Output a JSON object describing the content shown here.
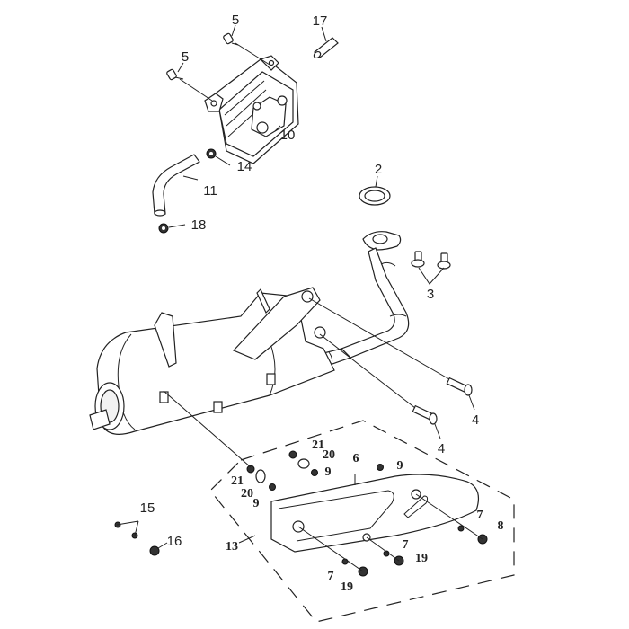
{
  "diagram": {
    "type": "exploded-parts-diagram",
    "subject": "exhaust muffler assembly",
    "callouts": [
      {
        "id": "c5a",
        "label": "5"
      },
      {
        "id": "c5b",
        "label": "5"
      },
      {
        "id": "c17",
        "label": "17"
      },
      {
        "id": "c10",
        "label": "10"
      },
      {
        "id": "c14",
        "label": "14"
      },
      {
        "id": "c11",
        "label": "11"
      },
      {
        "id": "c18",
        "label": "18"
      },
      {
        "id": "c2",
        "label": "2"
      },
      {
        "id": "c3",
        "label": "3"
      },
      {
        "id": "c4a",
        "label": "4"
      },
      {
        "id": "c4b",
        "label": "4"
      },
      {
        "id": "c21a",
        "label": "21"
      },
      {
        "id": "c20a",
        "label": "20"
      },
      {
        "id": "c9a",
        "label": "9"
      },
      {
        "id": "c21b",
        "label": "21"
      },
      {
        "id": "c20b",
        "label": "20"
      },
      {
        "id": "c9b",
        "label": "9"
      },
      {
        "id": "c6",
        "label": "6"
      },
      {
        "id": "c9c",
        "label": "9"
      },
      {
        "id": "c15",
        "label": "15"
      },
      {
        "id": "c16",
        "label": "16"
      },
      {
        "id": "c13",
        "label": "13"
      },
      {
        "id": "c7a",
        "label": "7"
      },
      {
        "id": "c8",
        "label": "8"
      },
      {
        "id": "c7b",
        "label": "7"
      },
      {
        "id": "c19a",
        "label": "19"
      },
      {
        "id": "c7c",
        "label": "7"
      },
      {
        "id": "c19b",
        "label": "19"
      }
    ]
  }
}
